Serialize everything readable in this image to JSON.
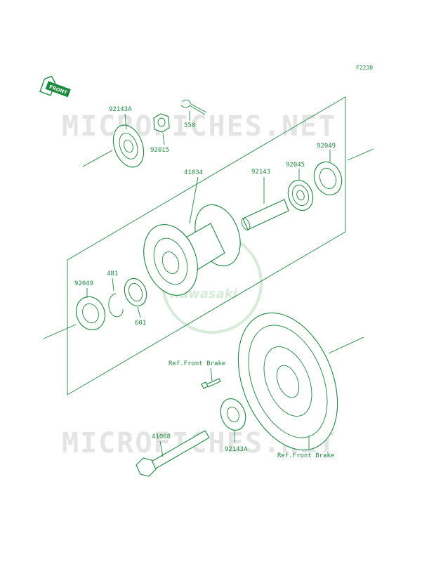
{
  "figure_code": "F2230",
  "front_label": "FRONT",
  "watermark": {
    "text": "MICROFICHES.NET",
    "logo_text": "Kawasaki"
  },
  "part_labels": {
    "p92143A_top": "92143A",
    "p92015": "92015",
    "p550": "550",
    "p92049_right": "92049",
    "p92045": "92045",
    "p41034": "41034",
    "p92143": "92143",
    "p481": "481",
    "p92049_left": "92049",
    "p601": "601",
    "ref_brake_top": "Ref.Front Brake",
    "p41068": "41068",
    "p92143A_bottom": "92143A",
    "ref_brake_bottom": "Ref.Front Brake"
  },
  "colors": {
    "line": "#1a8a3c",
    "watermark": "#e4e4e4",
    "logo": "#d6ecd9"
  }
}
